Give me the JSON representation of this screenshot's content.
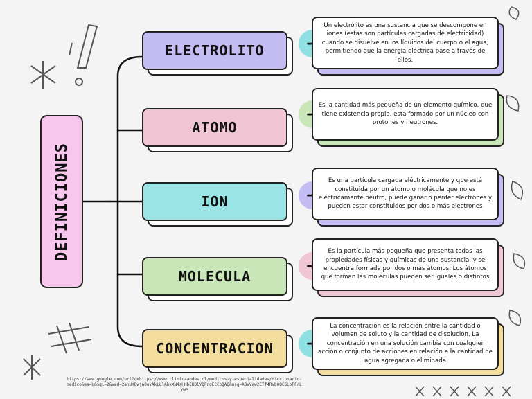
{
  "center": {
    "label": "DEFINICIONES",
    "color": "#f7c7ee"
  },
  "terms": [
    {
      "label": "ELECTROLITO",
      "color": "#c3bdf3",
      "arrow_color": "#8ee0e3",
      "card_back": "#c3bdf3",
      "definition": "Un electrólito es una sustancia que se descompone en iones (estas son partículas cargadas de electricidad) cuando se disuelve en los líquidos del cuerpo o el agua, permitiendo que la energía eléctrica pase a través de ellos."
    },
    {
      "label": "ATOMO",
      "color": "#f1c6d4",
      "arrow_color": "#c9e6b8",
      "card_back": "#c9e6b8",
      "definition": "Es la cantidad más pequeña  de un elemento químico, que tiene existencia propia, esta formado por un núcleo con protones y neutrones."
    },
    {
      "label": "ION",
      "color": "#9be4e6",
      "arrow_color": "#c3bdf3",
      "card_back": "#c3bdf3",
      "definition": "Es una partícula cargada eléctricamente y que está constituida por un átomo o molécula que no es eléctricamente neutro, puede ganar o perder electrones y pueden estar constituidos por dos o más electrones"
    },
    {
      "label": "MOLECULA",
      "color": "#c9e6b8",
      "arrow_color": "#f1c6d4",
      "card_back": "#f1c6d4",
      "definition": "Es  la partícula más pequeña que presenta todas las propiedades físicas y químicas de una sustancia, y se encuentra formada por dos o más átomos. Los átomos que forman las moléculas pueden ser iguales o distintos"
    },
    {
      "label": "CONCENTRACION",
      "color": "#f3dea0",
      "arrow_color": "#8ee0e3",
      "card_back": "#f3dea0",
      "definition": "La concentración es la relación entre la cantidad o volumen de soluto y la cantidad de disolución. La concentración en una solución cambia con cualquier acción o conjunto de acciones en relación a la cantidad de agua agregada o eliminada"
    }
  ],
  "source": "https://www.google.com/url?q=https://www.clinicaandes.cl/medicos-y-especialidades/diccionario-medico&sa=U&sqi=2&ved=2ahUKEwjA0evAkLLlAhxXN4sHHbCKDlYQFnoECCoQAQ&usg=AOvVaw2CTf4Rvb0QCGLoPFrLYWP"
}
